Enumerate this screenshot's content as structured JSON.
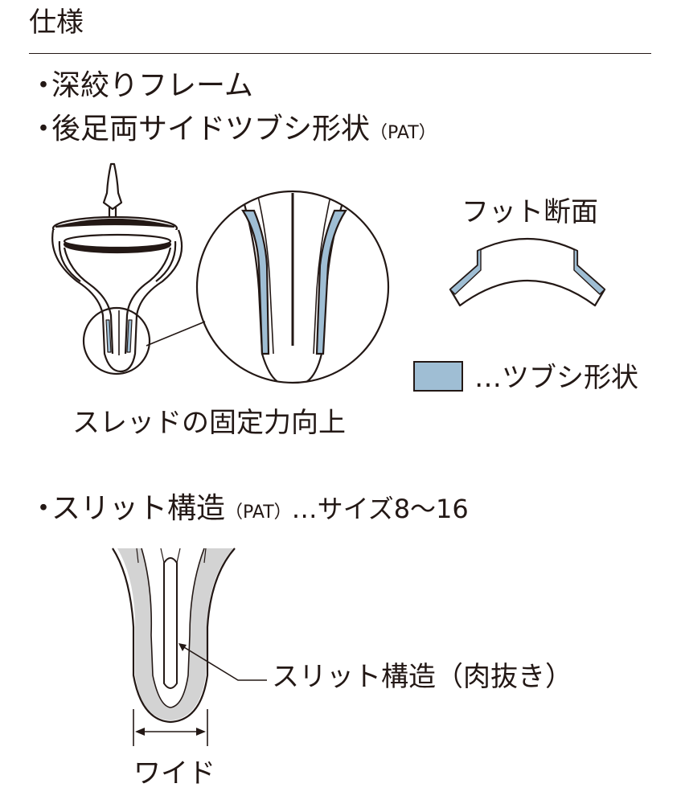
{
  "heading": "仕様",
  "features": [
    {
      "bullet": "・",
      "text": "深絞りフレーム",
      "suffix": ""
    },
    {
      "bullet": "・",
      "text": "後足両サイドツブシ形状",
      "suffix": "（PAT）"
    },
    {
      "bullet": "・",
      "text": "スリット構造",
      "suffix": "（PAT）",
      "after": "…サイズ8〜16"
    }
  ],
  "foot_section_label": "フット断面",
  "legend": {
    "text": "…ツブシ形状",
    "color": "#9fbed4"
  },
  "thread_caption": "スレッドの固定力向上",
  "slit_label": "スリット構造（肉抜き）",
  "wide_label": "ワイド",
  "colors": {
    "ink": "#231815",
    "blue": "#9fbed4",
    "gray": "#d3d3d3"
  }
}
